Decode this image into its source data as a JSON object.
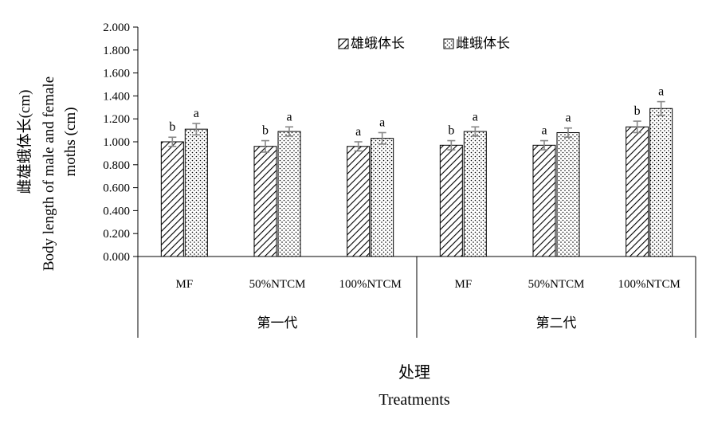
{
  "chart_data": {
    "type": "bar",
    "ylabel_line1": "雌雄蛾体长(cm)",
    "ylabel_line2": "Body length of male and female",
    "ylabel_line3": "moths (cm)",
    "xlabel_zh": "处理",
    "xlabel_en": "Treatments",
    "ylim": [
      0,
      2.0
    ],
    "yticks": [
      "0.000",
      "0.200",
      "0.400",
      "0.600",
      "0.800",
      "1.000",
      "1.200",
      "1.400",
      "1.600",
      "1.800",
      "2.000"
    ],
    "categories": [
      "MF",
      "50%NTCM",
      "100%NTCM",
      "MF",
      "50%NTCM",
      "100%NTCM"
    ],
    "groups": [
      {
        "label": "第一代",
        "span": [
          0,
          2
        ]
      },
      {
        "label": "第二代",
        "span": [
          3,
          5
        ]
      }
    ],
    "legend_position": "top-right",
    "series": [
      {
        "name": "雄蛾体长",
        "pattern": "hatch",
        "values": [
          1.0,
          0.96,
          0.96,
          0.97,
          0.97,
          1.13
        ],
        "errors": [
          0.04,
          0.05,
          0.04,
          0.04,
          0.04,
          0.05
        ],
        "labels": [
          "b",
          "b",
          "a",
          "b",
          "a",
          "b"
        ]
      },
      {
        "name": "雌蛾体长",
        "pattern": "dots",
        "values": [
          1.11,
          1.09,
          1.03,
          1.09,
          1.08,
          1.29
        ],
        "errors": [
          0.05,
          0.04,
          0.05,
          0.04,
          0.04,
          0.06
        ],
        "labels": [
          "a",
          "a",
          "a",
          "a",
          "a",
          "a"
        ]
      }
    ]
  }
}
